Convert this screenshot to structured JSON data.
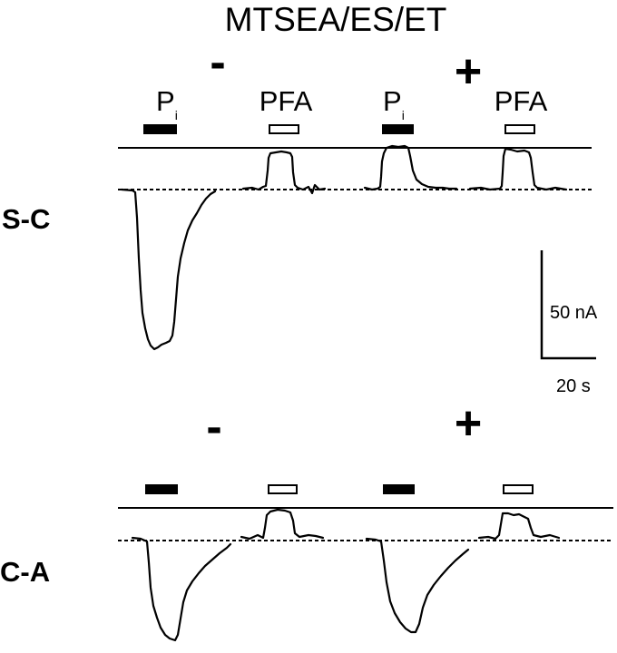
{
  "figure": {
    "title": "MTSEA/ES/ET",
    "condition_minus": "-",
    "condition_plus": "+",
    "pulse_labels": {
      "pi_base": "P",
      "pi_sub": "i",
      "pfa": "PFA"
    },
    "rows": {
      "sc": {
        "label": "S-C"
      },
      "ca": {
        "label": "C-A"
      }
    },
    "scale_bar": {
      "current_label": "50 nA",
      "time_label": "20 s"
    }
  }
}
